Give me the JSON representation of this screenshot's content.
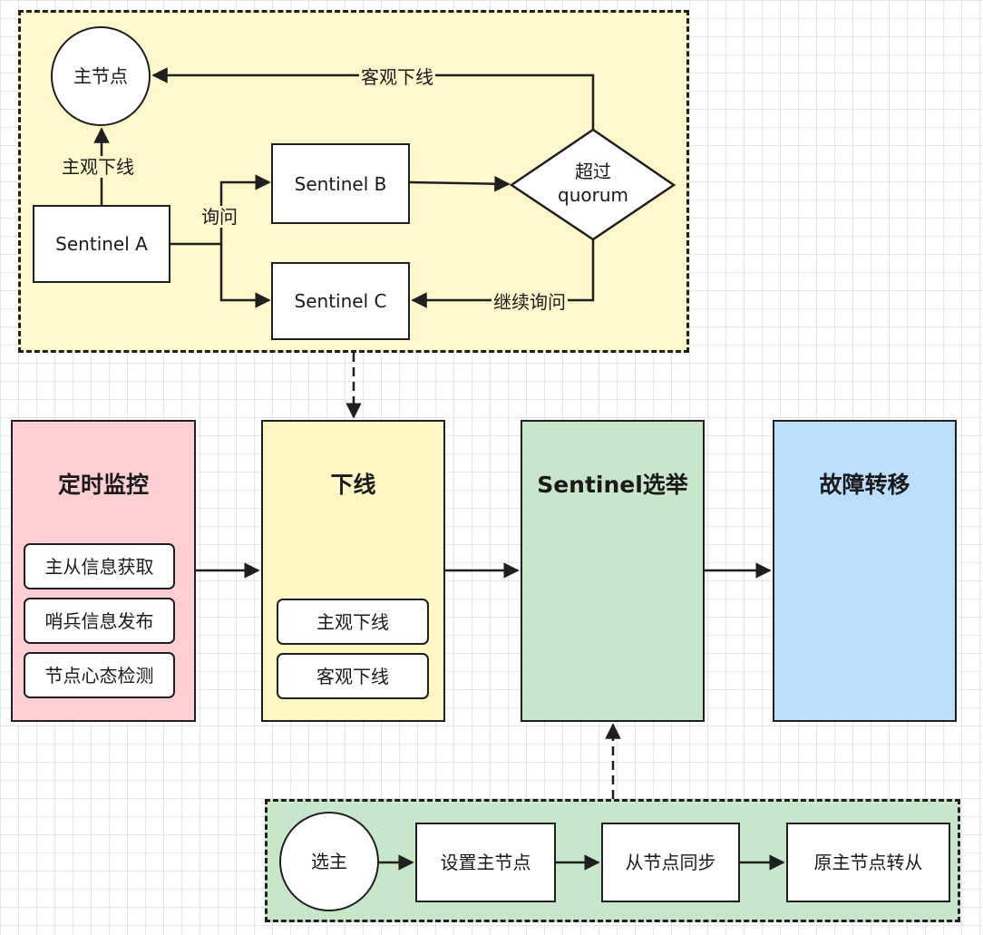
{
  "detection": {
    "master_node": "主节点",
    "sentinel_a": "Sentinel A",
    "sentinel_b": "Sentinel B",
    "sentinel_c": "Sentinel C",
    "decision": "超过\nquorum",
    "edge_subjective": "主观下线",
    "edge_query": "询问",
    "edge_objective": "客观下线",
    "edge_continue": "继续询问"
  },
  "stages": [
    {
      "title": "定时监控",
      "items": [
        "主从信息获取",
        "哨兵信息发布",
        "节点心态检测"
      ],
      "color": "#ffcfd4"
    },
    {
      "title": "下线",
      "items": [
        "主观下线",
        "客观下线"
      ],
      "color": "#fff8c4"
    },
    {
      "title": "Sentinel选举",
      "items": [],
      "color": "#c8e6c9"
    },
    {
      "title": "故障转移",
      "items": [],
      "color": "#bbdefb"
    }
  ],
  "failover": {
    "start": "选主",
    "steps": [
      "设置主节点",
      "从节点同步",
      "原主节点转从"
    ]
  },
  "colors": {
    "yellow_panel": "#fff8cc",
    "green_panel": "#c8e6c9",
    "line": "#1f1f1f"
  }
}
